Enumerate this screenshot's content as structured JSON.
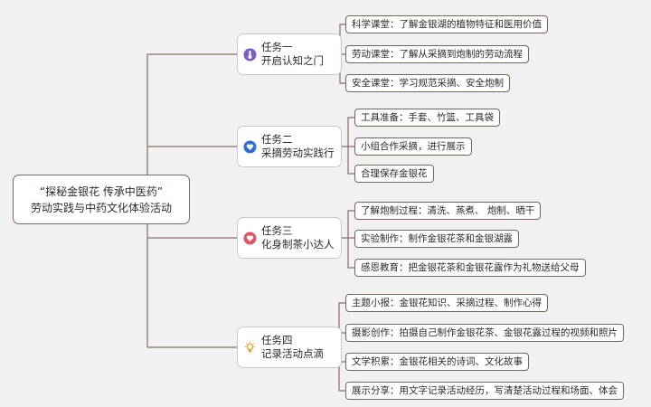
{
  "root": {
    "line1": "“探秘金银花 传承中医药”",
    "line2": "劳动实践与中药文化体验活动"
  },
  "tasks": [
    {
      "title": "任务一",
      "subtitle": "开启认知之门",
      "icon": "thermometer-icon",
      "icon_color": "#7b5cc9",
      "leaves": [
        "科学课堂：了解金银湖的植物特征和医用价值",
        "劳动课堂：了解从采摘到炮制的劳动流程",
        "安全课堂：学习规范采摘、安全炮制"
      ]
    },
    {
      "title": "任务二",
      "subtitle": "采摘劳动实践行",
      "icon": "heart-hands-icon",
      "icon_color": "#2f6fd6",
      "leaves": [
        "工具准备：手套、竹篮、工具袋",
        "小组合作采摘，进行展示",
        "合理保存金银花"
      ]
    },
    {
      "title": "任务三",
      "subtitle": "化身制茶小达人",
      "icon": "heart-icon",
      "icon_color": "#e05563",
      "leaves": [
        "了解炮制过程：清洗、蒸煮、 炮制、晒干",
        "实验制作：制作金银花茶和金银湖露",
        "感恩教育：把金银花茶和金银花露作为礼物送给父母"
      ]
    },
    {
      "title": "任务四",
      "subtitle": "记录活动点滴",
      "icon": "lightbulb-icon",
      "icon_color": "#e0a52a",
      "leaves": [
        "主题小报：金银花知识、采摘过程、制作心得",
        "摄影创作：拍摄自己制作金银花茶、金银花露过程的视频和照片",
        "文学积累：金银花相关的诗词、文化故事",
        "展示分享：用文字记录活动经历，写清楚活动过程和场面、体会"
      ]
    }
  ],
  "colors": {
    "line": "#8a6d63",
    "background": "#f1f1f1"
  }
}
